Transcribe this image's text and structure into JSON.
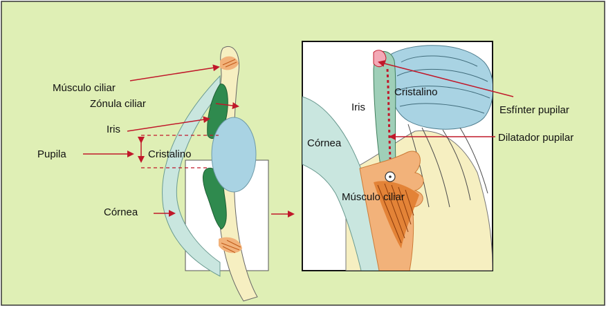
{
  "colors": {
    "background": "#dfefb5",
    "frame": "#222222",
    "arrow": "#c0182a",
    "cornea_fill": "#c9e6df",
    "iris_fill": "#2f8a4e",
    "lens_fill": "#a9d3e3",
    "sclera_fill": "#f6efc1",
    "muscle_fill": "#f2b27a",
    "muscle_dark": "#e57b2e"
  },
  "left_labels": {
    "musculo_ciliar": "Músculo ciliar",
    "zonula_ciliar": "Zónula ciliar",
    "iris": "Iris",
    "pupila": "Pupila",
    "cristalino": "Cristalino",
    "cornea": "Córnea"
  },
  "right_labels": {
    "iris": "Iris",
    "cristalino": "Cristalino",
    "cornea": "Córnea",
    "musculo_ciliar": "Músculo ciliar",
    "esfinter_pupilar": "Esfínter pupilar",
    "dilatador_pupilar": "Dilatador pupilar"
  }
}
